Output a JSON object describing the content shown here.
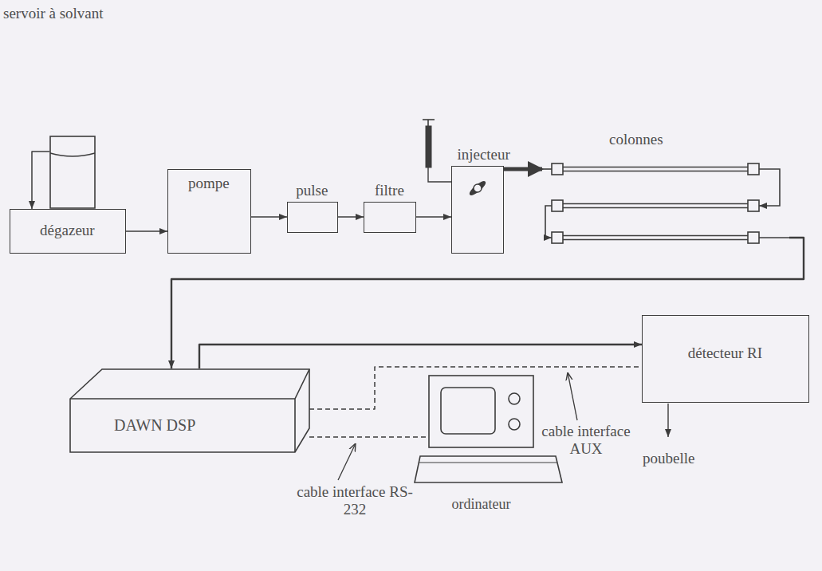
{
  "diagram": {
    "nodes": [
      {
        "text": [
          "servoir à solvant"
        ]
      },
      {
        "text": [
          "dégazeur"
        ]
      },
      {
        "text": [
          "pompe"
        ]
      },
      {
        "text": [
          "pulse"
        ]
      },
      {
        "text": [
          "filtre"
        ]
      },
      {
        "text": [
          "injecteur"
        ]
      },
      {
        "text": [
          "colonnes"
        ]
      },
      {
        "text": [
          "DAWN DSP"
        ]
      },
      {
        "text": [
          "détecteur RI"
        ]
      },
      {
        "text": [
          "ordinateur"
        ]
      }
    ],
    "edges": [
      {
        "from": 0,
        "to": 1,
        "arrow": "to"
      },
      {
        "from": 1,
        "to": 2,
        "arrow": "to"
      },
      {
        "from": 2,
        "to": 3,
        "arrow": "to"
      },
      {
        "from": 3,
        "to": 4,
        "arrow": "to"
      },
      {
        "from": 4,
        "to": 5,
        "arrow": "to"
      },
      {
        "from": 5,
        "to": 6,
        "arrow": "to"
      },
      {
        "from": 6,
        "to": 7,
        "arrow": "to"
      },
      {
        "from": 7,
        "to": 8,
        "arrow": "to"
      },
      {
        "from": 7,
        "to": 8,
        "arrow": "none",
        "label": "cable interface AUX"
      },
      {
        "from": 7,
        "to": 9,
        "arrow": "none",
        "label": "cable interface RS-232"
      }
    ],
    "labels": [
      "poubelle"
    ]
  }
}
